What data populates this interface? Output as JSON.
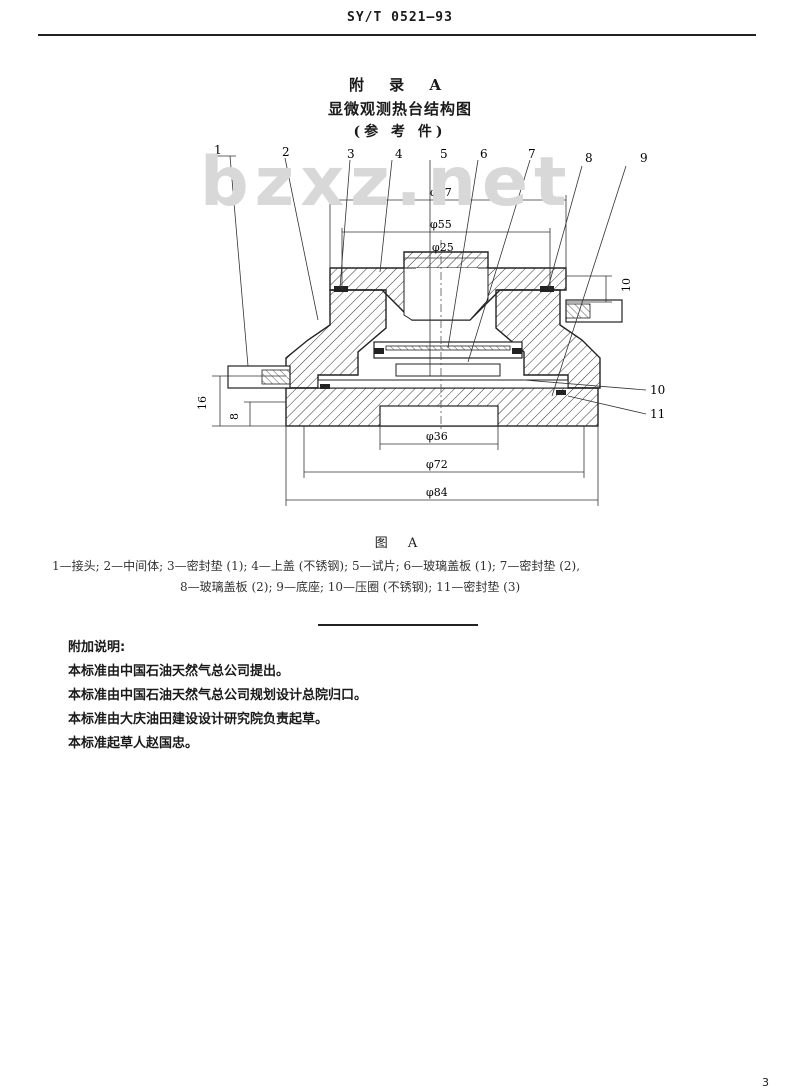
{
  "header": {
    "code": "SY/T 0521—93"
  },
  "annex": {
    "label": "附 录 A",
    "title": "显微观测热台结构图",
    "subtitle": "(参 考 件)"
  },
  "watermark": "bzxz.net",
  "figure": {
    "callouts": [
      "1",
      "2",
      "3",
      "4",
      "5",
      "6",
      "7",
      "8",
      "9",
      "10",
      "11"
    ],
    "dimensions": {
      "d67": "φ67",
      "d55": "φ55",
      "d25": "φ25",
      "d36": "φ36",
      "d72": "φ72",
      "d84": "φ84",
      "h10_right": "10",
      "h16_left": "16",
      "h8_left": "8"
    },
    "label": "图 A",
    "legend_line1": "1—接头; 2—中间体; 3—密封垫 (1); 4—上盖 (不锈钢); 5—试片; 6—玻璃盖板 (1); 7—密封垫 (2),",
    "legend_line2": "8—玻璃盖板 (2); 9—底座; 10—压圈 (不锈钢); 11—密封垫 (3)"
  },
  "notes": {
    "title": "附加说明:",
    "lines": [
      "本标准由中国石油天然气总公司提出。",
      "本标准由中国石油天然气总公司规划设计总院归口。",
      "本标准由大庆油田建设设计研究院负责起草。",
      "本标准起草人赵国忠。"
    ]
  },
  "page_number": "3"
}
